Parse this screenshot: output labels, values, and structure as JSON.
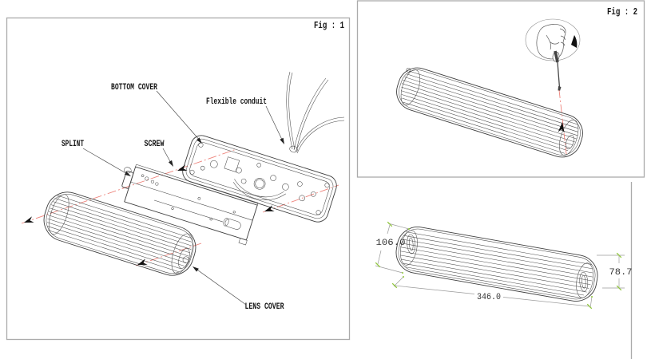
{
  "figure1": {
    "label": "Fig : 1",
    "callouts": {
      "bottom_cover": "BOTTOM COVER",
      "flexible_conduit": "Flexible conduit",
      "splint": "SPLINT",
      "screw": "SCREW",
      "lens_cover": "LENS COVER"
    }
  },
  "figure2": {
    "label": "Fig : 2"
  },
  "dimension_drawing": {
    "height_mm": "106.0",
    "depth_mm": "78.7",
    "length_mm": "346.0"
  },
  "colors": {
    "drawing_line": "#3f3f3f",
    "centerline_red": "#ee837b",
    "tick_green": "#92c83e",
    "panel_border": "#ababab"
  }
}
